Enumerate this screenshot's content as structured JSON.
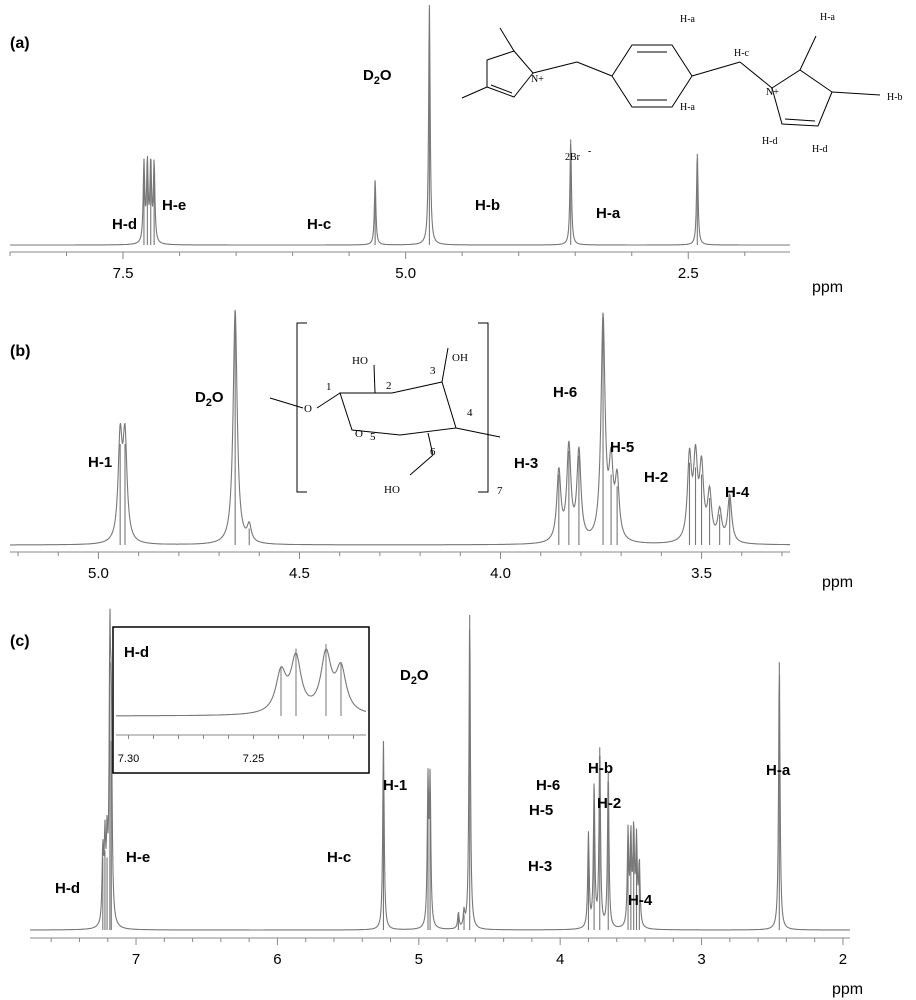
{
  "chart_data": [
    {
      "type": "line",
      "panel": "(a)",
      "xlabel": "ppm",
      "xlim": [
        8.5,
        1.6
      ],
      "xticks": [
        "7.5",
        "5.0",
        "2.5"
      ],
      "peaks": [
        {
          "ppm": 7.3,
          "height": 0.33,
          "label": "H-d"
        },
        {
          "ppm": 7.24,
          "height": 0.33,
          "label": "H-e"
        },
        {
          "ppm": 5.27,
          "height": 0.27,
          "label": "H-c"
        },
        {
          "ppm": 4.79,
          "height": 1.0,
          "label": "D2O"
        },
        {
          "ppm": 3.54,
          "height": 0.44,
          "label": "H-b"
        },
        {
          "ppm": 2.42,
          "height": 0.38,
          "label": "H-a"
        }
      ],
      "structure_labels": [
        "H-a",
        "H-a",
        "H-a",
        "H-b",
        "H-c",
        "H-d",
        "H-d",
        "2Br-"
      ]
    },
    {
      "type": "line",
      "panel": "(b)",
      "xlabel": "ppm",
      "xlim": [
        5.22,
        3.28
      ],
      "xticks": [
        "5.0",
        "4.5",
        "4.0",
        "3.5"
      ],
      "peaks": [
        {
          "ppm": 4.94,
          "height": 0.43,
          "label": "H-1"
        },
        {
          "ppm": 4.66,
          "height": 1.0,
          "label": "D2O"
        },
        {
          "ppm": 3.82,
          "height": 0.4,
          "label": "H-6"
        },
        {
          "ppm": 3.74,
          "height": 0.95,
          "label": "H-5"
        },
        {
          "ppm": 3.51,
          "height": 0.35,
          "label": "H-2"
        },
        {
          "ppm": 3.43,
          "height": 0.2,
          "label": "H-4"
        }
      ],
      "annotation_labels": [
        "H-3"
      ],
      "structure_labels": [
        "1",
        "2",
        "3",
        "4",
        "5",
        "6",
        "7",
        "HO",
        "OH",
        "HO",
        "O",
        "O"
      ]
    },
    {
      "type": "line",
      "panel": "(c)",
      "xlabel": "ppm",
      "xlim": [
        7.75,
        1.95
      ],
      "xticks": [
        "7",
        "6",
        "5",
        "4",
        "3",
        "2"
      ],
      "peaks": [
        {
          "ppm": 7.22,
          "height": 0.23,
          "label": "H-d"
        },
        {
          "ppm": 7.18,
          "height": 0.85,
          "label": "H-e"
        },
        {
          "ppm": 5.25,
          "height": 0.6,
          "label": "H-c"
        },
        {
          "ppm": 4.93,
          "height": 0.45,
          "label": "H-1"
        },
        {
          "ppm": 4.64,
          "height": 1.0,
          "label": "D2O"
        },
        {
          "ppm": 3.66,
          "height": 0.5,
          "label": "H-b"
        },
        {
          "ppm": 3.72,
          "height": 0.58,
          "label": "H-6"
        },
        {
          "ppm": 3.76,
          "height": 0.45,
          "label": "H-5"
        },
        {
          "ppm": 3.8,
          "height": 0.3,
          "label": "H-3"
        },
        {
          "ppm": 3.51,
          "height": 0.3,
          "label": "H-2"
        },
        {
          "ppm": 3.44,
          "height": 0.2,
          "label": "H-4"
        },
        {
          "ppm": 2.45,
          "height": 0.85,
          "label": "H-a"
        }
      ],
      "inset": {
        "label": "H-d",
        "xlim": [
          7.305,
          7.205
        ],
        "xticks": [
          "7.30",
          "7.25"
        ],
        "peaks": [
          {
            "ppm": 7.239,
            "height": 0.55
          },
          {
            "ppm": 7.233,
            "height": 0.75
          },
          {
            "ppm": 7.221,
            "height": 0.8
          },
          {
            "ppm": 7.215,
            "height": 0.6
          }
        ]
      }
    }
  ]
}
